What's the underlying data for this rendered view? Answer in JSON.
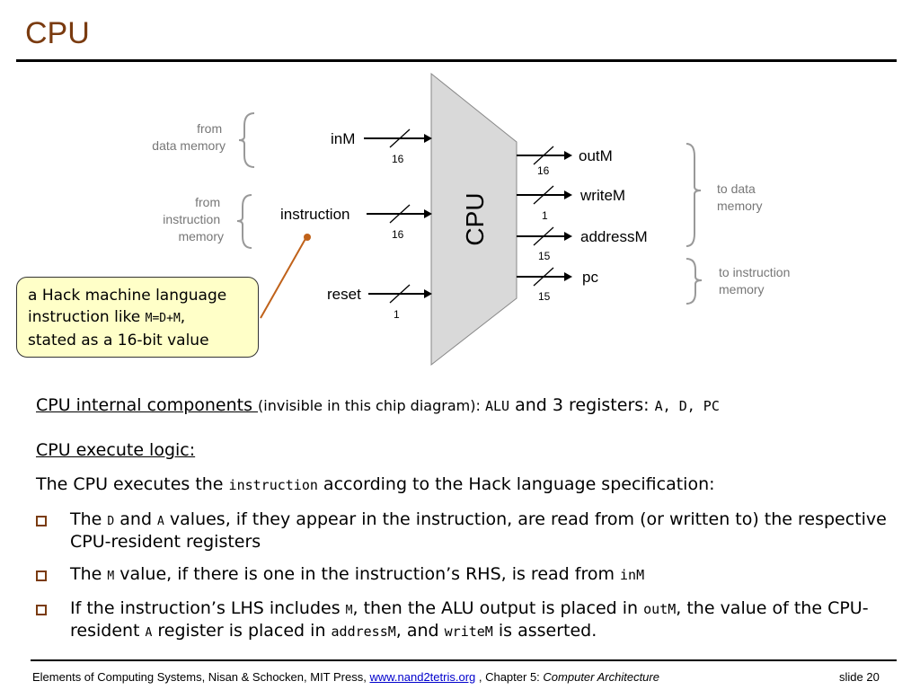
{
  "title": "CPU",
  "diagram": {
    "chip_label": "CPU",
    "inputs": [
      {
        "name": "inM",
        "width": "16",
        "source": "from\ndata memory"
      },
      {
        "name": "instruction",
        "width": "16",
        "source": "from\ninstruction\nmemory"
      },
      {
        "name": "reset",
        "width": "1"
      }
    ],
    "outputs": [
      {
        "name": "outM",
        "width": "16"
      },
      {
        "name": "writeM",
        "width": "1"
      },
      {
        "name": "addressM",
        "width": "15"
      },
      {
        "name": "pc",
        "width": "15"
      }
    ],
    "dest_data": "to data\nmemory",
    "dest_instr": "to instruction\nmemory",
    "callout": {
      "line1": "a Hack machine language",
      "line2_prefix": "instruction like ",
      "line2_code": "M=D+M",
      "line2_suffix": ",",
      "line3": "stated as a 16-bit value"
    }
  },
  "internal": {
    "label": "CPU internal components ",
    "paren": "(invisible in this chip diagram): ",
    "alu": "ALU",
    "mid": " and 3 registers: ",
    "regs": "A, D, PC"
  },
  "execute": {
    "heading": "CPU execute logic:",
    "intro_a": "The CPU executes the ",
    "intro_code": "instruction",
    "intro_b": " according to the Hack language specification:"
  },
  "bullets": {
    "b1_a": "The ",
    "b1_d": "D",
    "b1_b": " and ",
    "b1_A": "A",
    "b1_c": " values, if they appear in the instruction, are read from (or written to) the respective CPU-resident registers",
    "b2_a": "The ",
    "b2_m": "M",
    "b2_b": " value, if there is one in the instruction’s RHS, is read from ",
    "b2_inM": "inM",
    "b3_a": "If the instruction’s LHS includes ",
    "b3_m": "M",
    "b3_b": ", then the ALU output is placed in ",
    "b3_outM": "outM",
    "b3_c": ", the value of the CPU-resident ",
    "b3_A": "A",
    "b3_d": " register is placed in ",
    "b3_addrM": "addressM",
    "b3_e": ", and ",
    "b3_writeM": "writeM",
    "b3_f": " is asserted."
  },
  "footer": {
    "text_a": "Elements of Computing Systems, Nisan & Schocken, MIT Press, ",
    "link": "www.nand2tetris.org",
    "text_b": " , Chapter 5: ",
    "chapter": "Computer Architecture",
    "slide": "slide 20"
  },
  "colors": {
    "title": "#7a3b10",
    "chip_fill": "#d9d9d9",
    "callout_fill": "#ffffc8",
    "callout_line": "#c0621a",
    "brace": "#999999",
    "link": "#0000cc"
  }
}
